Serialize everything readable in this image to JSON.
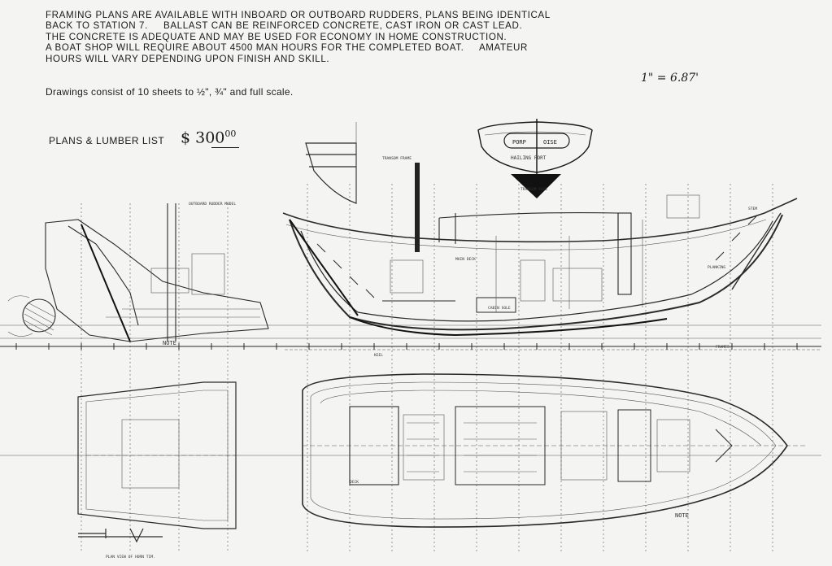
{
  "intro": {
    "line1": "FRAMING PLANS ARE AVAILABLE WITH INBOARD OR OUTBOARD RUDDERS, PLANS BEING IDENTICAL",
    "line2": "BACK TO STATION 7.     BALLAST CAN BE REINFORCED CONCRETE, CAST IRON OR CAST LEAD.",
    "line3": "THE CONCRETE IS ADEQUATE AND MAY BE USED FOR ECONOMY IN HOME CONSTRUCTION.",
    "line4": "A BOAT SHOP WILL REQUIRE ABOUT 4500 MAN HOURS FOR THE COMPLETED BOAT.     AMATEUR",
    "line5": "HOURS WILL VARY DEPENDING UPON FINISH AND SKILL."
  },
  "drawings_note": "Drawings consist of 10 sheets to ½\", ¾\" and full scale.",
  "scale_note": "1\" = 6.87'",
  "plans_label": "PLANS & LUMBER LIST",
  "price": {
    "dollars": "$ 300",
    "cents": "00"
  },
  "transom": {
    "name_part1": "PORP",
    "name_part2": "OISE",
    "port": "HAILING PORT",
    "caption": "TRANSOM FACE"
  },
  "notes": {
    "main_deck": "MAIN DECK",
    "planking": "PLANKING",
    "frames": "FRAMES",
    "deck": "DECK",
    "transom_frame": "TRANSOM FRAME",
    "plan_view": "PLAN VIEW OF HORN TIM.",
    "note1": "NOTE",
    "note2": "NOTE",
    "stem": "STEM",
    "keel": "KEEL",
    "cabin_sole": "CABIN SOLE",
    "rudder": "OUTBOARD RUDDER MODEL"
  }
}
